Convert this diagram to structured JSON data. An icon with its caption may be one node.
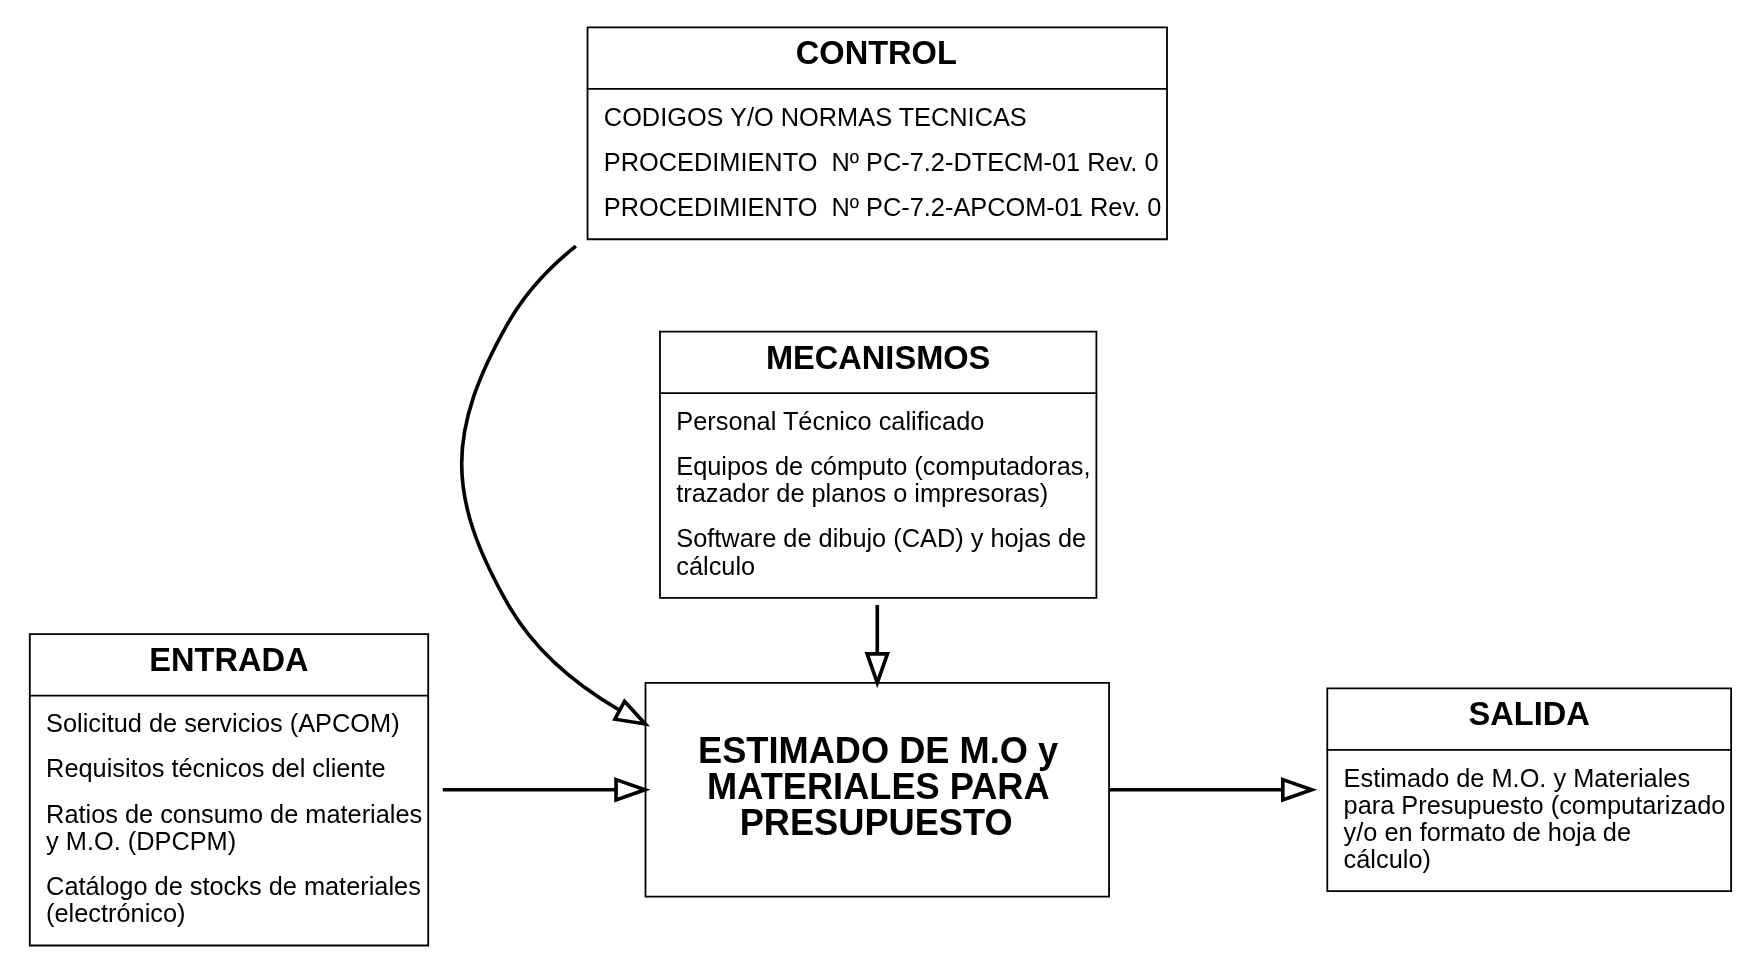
{
  "diagram": {
    "nodes": [
      {
        "text": [
          "CONTROL",
          "CODIGOS Y/O NORMAS TECNICAS",
          "PROCEDIMIENTO  Nº PC-7.2-DTECM-01 Rev. 0",
          "PROCEDIMIENTO  Nº PC-7.2-APCOM-01 Rev. 0"
        ]
      },
      {
        "text": [
          "ENTRADA",
          "Solicitud de servicios (APCOM)",
          "Requisitos técnicos del cliente",
          "Ratios de consumo de materiales y M.O. (DPCPM)",
          "Catálogo de stocks de materiales (electrónico)"
        ]
      },
      {
        "text": [
          "ESTIMADO DE M.O y MATERIALES PARA PRESUPUESTO"
        ]
      },
      {
        "text": [
          "SALIDA",
          "Estimado de M.O. y Materiales para Presupuesto (computarizado y/o en formato de hoja de cálculo)"
        ]
      },
      {
        "text": [
          "MECANISMOS",
          "Personal Técnico calificado",
          "Equipos de cómputo (computadoras, trazador de planos o impresoras)",
          "Software de dibujo (CAD) y hojas de cálculo"
        ]
      }
    ],
    "edges": [
      {
        "from": 0,
        "to": 2,
        "arrow": "to"
      },
      {
        "from": 1,
        "to": 2,
        "arrow": "to"
      },
      {
        "from": 2,
        "to": 3,
        "arrow": "to"
      },
      {
        "from": 4,
        "to": 2,
        "arrow": "to"
      }
    ]
  }
}
